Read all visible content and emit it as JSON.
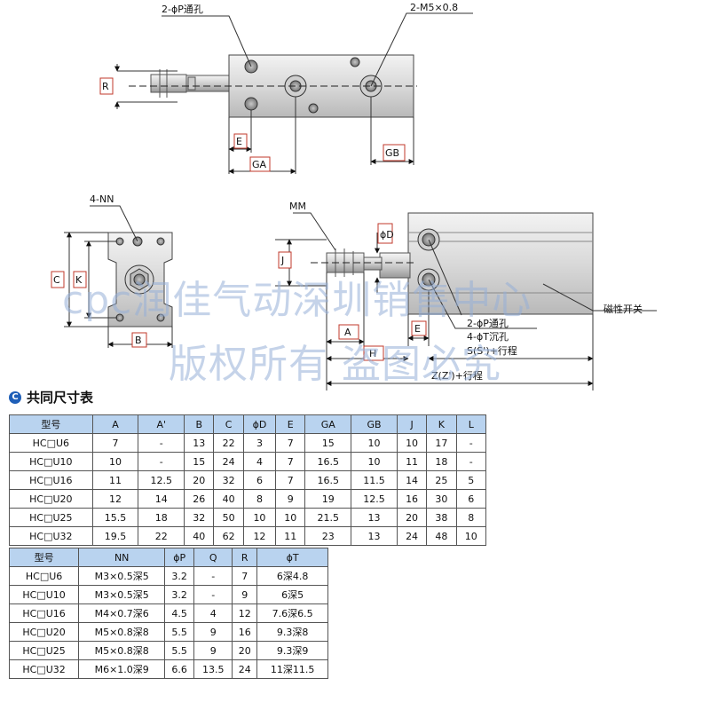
{
  "labels": {
    "two_p_hole_top": "2-ϕP通孔",
    "m5_top": "2-M5×0.8",
    "R": "R",
    "E": "E",
    "GA": "GA",
    "GB": "GB",
    "four_nn": "4-NN",
    "C": "C",
    "K": "K",
    "B": "B",
    "MM": "MM",
    "phiD": "ϕD",
    "J": "J",
    "A": "A",
    "H": "H",
    "magnetic_switch": "磁性开关",
    "two_p_hole_side": "2-ϕP通孔",
    "four_t_counterbore": "4-ϕT沉孔",
    "s_stroke": "S(S')+行程",
    "z_stroke": "Z(Z')+行程"
  },
  "watermark": {
    "line1": "cpc润佳气动深圳销售中心",
    "line2": "版权所有 盗图必究"
  },
  "section_title": "共同尺寸表",
  "section_logo": "C",
  "table1": {
    "headers": [
      "型号",
      "A",
      "A'",
      "B",
      "C",
      "ϕD",
      "E",
      "GA",
      "GB",
      "J",
      "K",
      "L"
    ],
    "rows": [
      [
        "HC□U6",
        "7",
        "-",
        "13",
        "22",
        "3",
        "7",
        "15",
        "10",
        "10",
        "17",
        "-"
      ],
      [
        "HC□U10",
        "10",
        "-",
        "15",
        "24",
        "4",
        "7",
        "16.5",
        "10",
        "11",
        "18",
        "-"
      ],
      [
        "HC□U16",
        "11",
        "12.5",
        "20",
        "32",
        "6",
        "7",
        "16.5",
        "11.5",
        "14",
        "25",
        "5"
      ],
      [
        "HC□U20",
        "12",
        "14",
        "26",
        "40",
        "8",
        "9",
        "19",
        "12.5",
        "16",
        "30",
        "6"
      ],
      [
        "HC□U25",
        "15.5",
        "18",
        "32",
        "50",
        "10",
        "10",
        "21.5",
        "13",
        "20",
        "38",
        "8"
      ],
      [
        "HC□U32",
        "19.5",
        "22",
        "40",
        "62",
        "12",
        "11",
        "23",
        "13",
        "24",
        "48",
        "10"
      ]
    ]
  },
  "table2": {
    "headers": [
      "型号",
      "NN",
      "ϕP",
      "Q",
      "R",
      "ϕT"
    ],
    "rows": [
      [
        "HC□U6",
        "M3×0.5深5",
        "3.2",
        "-",
        "7",
        "6深4.8"
      ],
      [
        "HC□U10",
        "M3×0.5深5",
        "3.2",
        "-",
        "9",
        "6深5"
      ],
      [
        "HC□U16",
        "M4×0.7深6",
        "4.5",
        "4",
        "12",
        "7.6深6.5"
      ],
      [
        "HC□U20",
        "M5×0.8深8",
        "5.5",
        "9",
        "16",
        "9.3深8"
      ],
      [
        "HC□U25",
        "M5×0.8深8",
        "5.5",
        "9",
        "20",
        "9.3深9"
      ],
      [
        "HC□U32",
        "M6×1.0深9",
        "6.6",
        "13.5",
        "24",
        "11深11.5"
      ]
    ]
  },
  "colors": {
    "header_bg": "#b9d3ef",
    "label_box": "#c0392b",
    "watermark": "#96afd7",
    "body_gray": "#d8d8d8"
  }
}
